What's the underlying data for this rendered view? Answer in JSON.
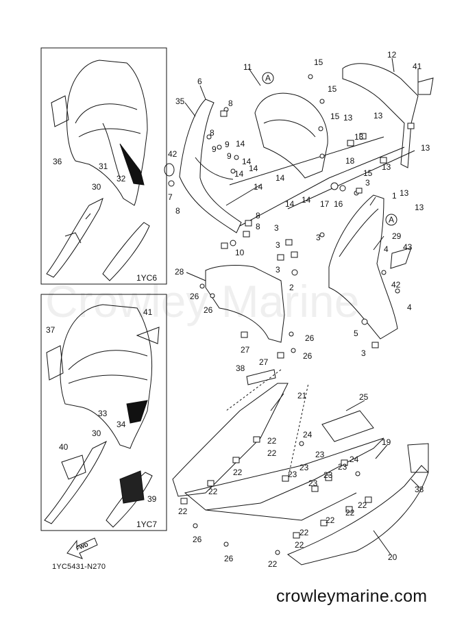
{
  "watermark": "Crowley Marine",
  "inset_top": {
    "tag": "1YC6",
    "labels": [
      "36",
      "31",
      "32",
      "30"
    ]
  },
  "inset_bottom": {
    "tag": "1YC7",
    "labels": [
      "37",
      "41",
      "33",
      "34",
      "30",
      "40",
      "39"
    ]
  },
  "fwd_label": "FWD",
  "drawing_code": "1YC5431-N270",
  "site_url": "crowleymarine.com",
  "callout_A": "A",
  "part_numbers": [
    "1",
    "2",
    "3",
    "4",
    "5",
    "6",
    "7",
    "8",
    "9",
    "10",
    "11",
    "12",
    "13",
    "14",
    "15",
    "16",
    "17",
    "18",
    "19",
    "20",
    "21",
    "22",
    "23",
    "24",
    "25",
    "26",
    "27",
    "28",
    "29",
    "35",
    "38",
    "42",
    "43"
  ]
}
